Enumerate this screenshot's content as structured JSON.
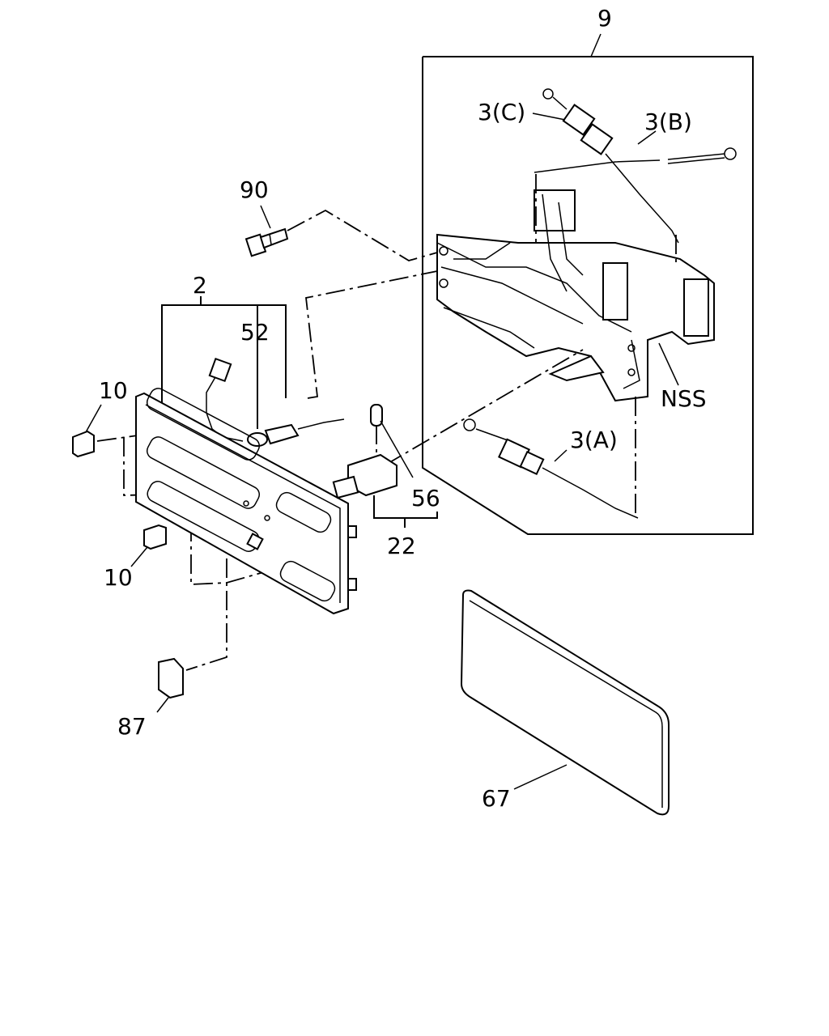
{
  "diagram": {
    "labels": {
      "p9": "9",
      "p3c": "3(C)",
      "p3b": "3(B)",
      "p90": "90",
      "p2": "2",
      "p52": "52",
      "p10a": "10",
      "p10b": "10",
      "nss": "NSS",
      "p3a": "3(A)",
      "p56": "56",
      "p22": "22",
      "p87": "87",
      "p67": "67"
    }
  }
}
